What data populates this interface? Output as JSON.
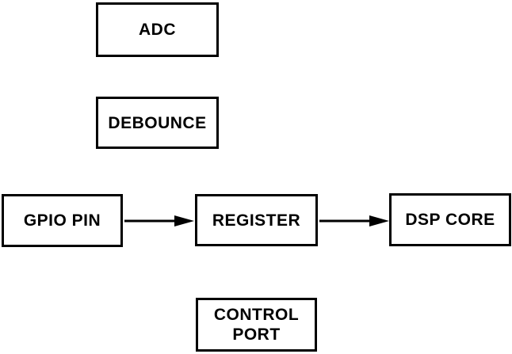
{
  "diagram": {
    "background_color": "#ffffff",
    "box_border_color": "#000000",
    "box_fill_color": "#ffffff",
    "text_color": "#000000",
    "arrow_color": "#000000",
    "nodes": [
      {
        "id": "adc",
        "label": "ADC"
      },
      {
        "id": "debounce",
        "label": "DEBOUNCE"
      },
      {
        "id": "gpio-pin",
        "label": "GPIO PIN"
      },
      {
        "id": "register",
        "label": "REGISTER"
      },
      {
        "id": "dsp-core",
        "label": "DSP CORE"
      },
      {
        "id": "control-port",
        "label": "CONTROL PORT"
      }
    ],
    "edges": [
      {
        "from": "GPIO PIN",
        "to": "REGISTER",
        "style": "solid-arrow-right"
      },
      {
        "from": "REGISTER",
        "to": "DSP CORE",
        "style": "solid-arrow-right"
      }
    ]
  }
}
